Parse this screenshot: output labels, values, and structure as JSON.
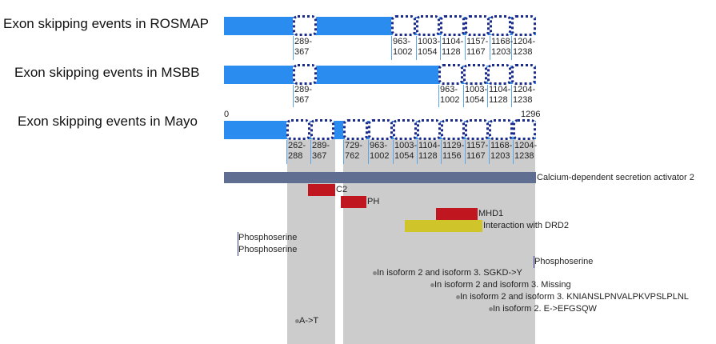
{
  "tracks": [
    {
      "label": "Exon skipping events in ROSMAP",
      "ranges": [
        [
          "289-",
          "367"
        ],
        [
          "963-",
          "1002"
        ],
        [
          "1003-",
          "1054"
        ],
        [
          "1104-",
          "1128"
        ],
        [
          "1157-",
          "1167"
        ],
        [
          "1168-",
          "1203"
        ],
        [
          "1204-",
          "1238"
        ]
      ]
    },
    {
      "label": "Exon skipping events in MSBB",
      "ranges": [
        [
          "289-",
          "367"
        ],
        [
          "963-",
          "1002"
        ],
        [
          "1003-",
          "1054"
        ],
        [
          "1104-",
          "1128"
        ],
        [
          "1204-",
          "1238"
        ]
      ]
    },
    {
      "label": "Exon skipping events in Mayo",
      "start": "0",
      "end": "1296",
      "ranges": [
        [
          "262-",
          "288"
        ],
        [
          "289-",
          "367"
        ],
        [
          "729-",
          "762"
        ],
        [
          "963-",
          "1002"
        ],
        [
          "1003-",
          "1054"
        ],
        [
          "1104-",
          "1128"
        ],
        [
          "1129-",
          "1156"
        ],
        [
          "1157-",
          "1167"
        ],
        [
          "1168-",
          "1203"
        ],
        [
          "1204-",
          "1238"
        ]
      ]
    }
  ],
  "features": {
    "protein": "Calcium-dependent secretion activator 2",
    "c2": "C2",
    "ph": "PH",
    "mhd1": "MHD1",
    "drd2": "Interaction with DRD2",
    "phospho1": "Phosphoserine",
    "phospho2": "Phosphoserine",
    "phospho3": "Phosphoserine",
    "var1": "In isoform 2 and isoform 3. SGKD->Y",
    "var2": "In isoform 2 and isoform 3. Missing",
    "var3": "In isoform 2 and isoform 3. KNIANSLPNVALPKVPSLPLNL",
    "var4": "In isoform 2. E->EFGSQW",
    "var5": "A->T"
  },
  "colors": {
    "bar": "#2b8cf0",
    "protein": "#5f6e91",
    "domain": "#c0161f",
    "region": "#cfc52a",
    "shade": "#cccccc"
  }
}
